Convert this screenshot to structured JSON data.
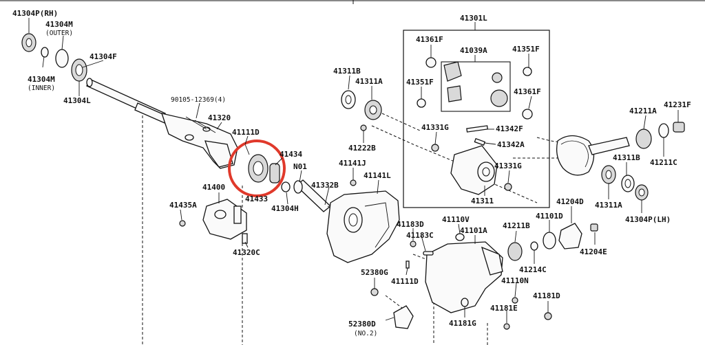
{
  "diagram": {
    "labels": {
      "p41304P_RH": "41304P(RH)",
      "p41304M": "41304M",
      "p41304M_outer": "(OUTER)",
      "p41304M_inner": "41304M",
      "p41304M_inner_note": "(INNER)",
      "p41304F": "41304F",
      "p41304L": "41304L",
      "p90105": "90105-12369(4)",
      "p41320": "41320",
      "p41111D_top": "41111D",
      "p41434": "41434",
      "p41433": "41433",
      "pN01": "N01",
      "p41332B": "41332B",
      "p41304H": "41304H",
      "p41400": "41400",
      "p41435A": "41435A",
      "p41320C": "41320C",
      "p41311B_left": "41311B",
      "p41311A_left": "41311A",
      "p41222B": "41222B",
      "p41141J": "41141J",
      "p41141L": "41141L",
      "p41301L": "41301L",
      "p41361F_top": "41361F",
      "p41039A": "41039A",
      "p41351F_right": "41351F",
      "p41351F_left": "41351F",
      "p41361F_right": "41361F",
      "p41331G_left": "41331G",
      "p41342F": "41342F",
      "p41342A": "41342A",
      "p41331G_right": "41331G",
      "p41311": "41311",
      "p41211A": "41211A",
      "p41231F": "41231F",
      "p41211C": "41211C",
      "p41311B_right": "41311B",
      "p41311A_right": "41311A",
      "p41304P_LH": "41304P(LH)",
      "p41204D": "41204D",
      "p41204E": "41204E",
      "p41183D": "41183D",
      "p41183C": "41183C",
      "p41110V": "41110V",
      "p41101A": "41101A",
      "p41211B": "41211B",
      "p41101D": "41101D",
      "p41214C": "41214C",
      "p52380G": "52380G",
      "p41111D_bottom": "41111D",
      "p41110N": "41110N",
      "p41181D": "41181D",
      "p41181E": "41181E",
      "p41181G": "41181G",
      "p52380D": "52380D",
      "p52380D_note": "(NO.2)"
    },
    "highlight_color": "#e0392b",
    "line_color": "#111111"
  }
}
